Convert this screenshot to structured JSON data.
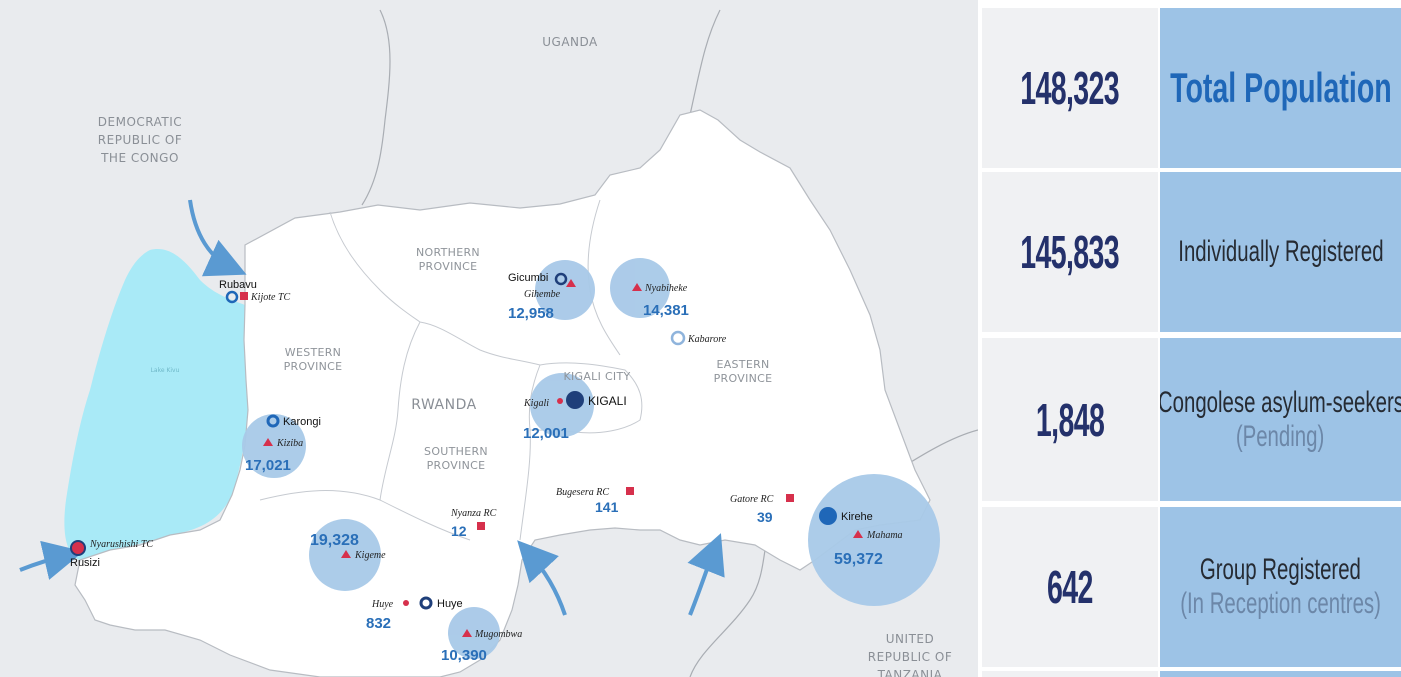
{
  "map": {
    "countries": {
      "uganda": "UGANDA",
      "drc": [
        "DEMOCRATIC",
        "REPUBLIC OF",
        "THE CONGO"
      ],
      "rwanda": "RWANDA",
      "tanzania": [
        "UNITED",
        "REPUBLIC OF",
        "TANZANIA"
      ]
    },
    "provinces": {
      "northern": [
        "NORTHERN",
        "PROVINCE"
      ],
      "western": [
        "WESTERN",
        "PROVINCE"
      ],
      "southern": [
        "SOUTHERN",
        "PROVINCE"
      ],
      "eastern": [
        "EASTERN",
        "PROVINCE"
      ],
      "kigali_city": "KIGALI CITY"
    },
    "lake": "Lake Kivu",
    "locations": {
      "rubavu": "Rubavu",
      "kijote": "Kijote TC",
      "gicumbi": "Gicumbi",
      "gihembe": "Gihembe",
      "gihembe_value": "12,958",
      "nyabiheke": "Nyabiheke",
      "nyabiheke_value": "14,381",
      "kabarore": "Kabarore",
      "kigali_small": "Kigali",
      "kigali": "KIGALI",
      "kigali_value": "12,001",
      "karongi": "Karongi",
      "kiziba": "Kiziba",
      "kiziba_value": "17,021",
      "bugesera": "Bugesera RC",
      "bugesera_value": "141",
      "nyanza": "Nyanza RC",
      "nyanza_value": "12",
      "gatore": "Gatore RC",
      "gatore_value": "39",
      "kirehe": "Kirehe",
      "mahama": "Mahama",
      "mahama_value": "59,372",
      "kigeme": "Kigeme",
      "kigeme_value": "19,328",
      "huye_small": "Huye",
      "huye": "Huye",
      "huye_value": "832",
      "mugombwa": "Mugombwa",
      "mugombwa_value": "10,390",
      "nyarushishi": "Nyarushishi TC",
      "rusizi": "Rusizi"
    },
    "colors": {
      "land": "#ffffff",
      "neighbors": "#e9ebee",
      "lake": "#a9eaf7",
      "bubble": "#a8c9e8",
      "number": "#2a6fb8",
      "arrow": "#5a9ad2"
    }
  },
  "stats": [
    {
      "value": "148,323",
      "label": "Total Population",
      "sub": ""
    },
    {
      "value": "145,833",
      "label": "Individually Registered",
      "sub": ""
    },
    {
      "value": "1,848",
      "label": "Congolese asylum-seekers",
      "sub": "(Pending)"
    },
    {
      "value": "642",
      "label": "Group Registered",
      "sub": "(In Reception centres)"
    }
  ],
  "stat_colors": {
    "number_bg": "#f0f1f3",
    "label_bg": "#9dc3e6",
    "number": "#24316b",
    "title": "#1f67b8"
  }
}
